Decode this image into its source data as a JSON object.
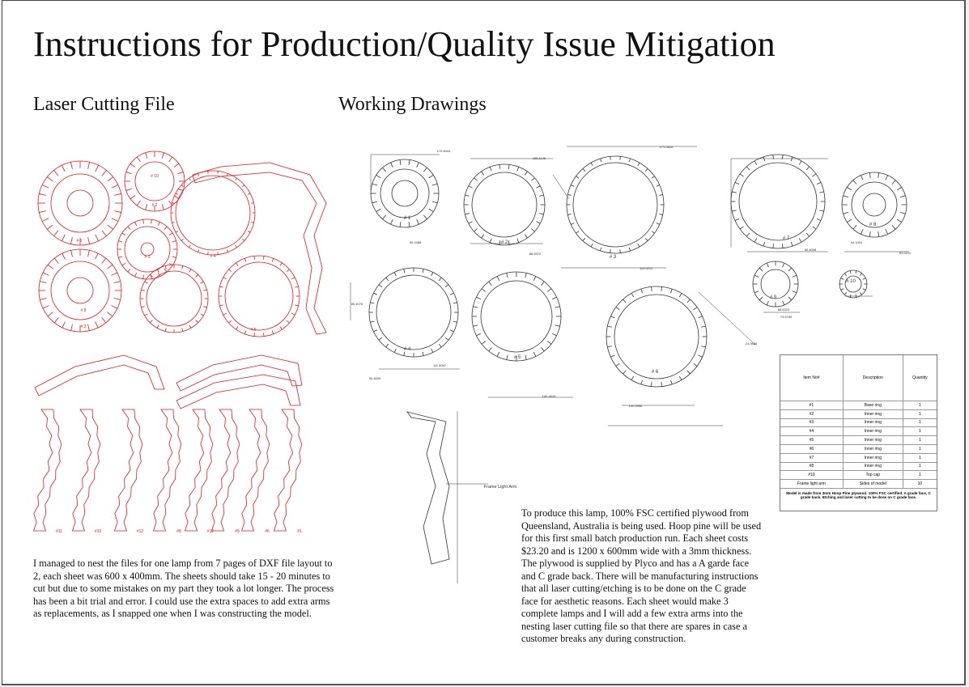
{
  "title": "Instructions for Production/Quality Issue Mitigation",
  "laser_section": {
    "heading": "Laser Cutting File",
    "part_labels": [
      "# 1",
      "# 2",
      "# 3",
      "# 4",
      "# 5",
      "# 6",
      "# 7",
      "# 8",
      "# 9",
      "# 10"
    ],
    "arm_labels": [
      "#11",
      "#10",
      "#12",
      "#8",
      "#12",
      "#9",
      "#6",
      "#1"
    ],
    "description": "I managed to nest the files for one lamp from 7 pages of DXF file layout to 2, each sheet was 600 x 400mm. The sheets should take 15 - 20 minutes to cut but due to some mistakes on my part they took a lot longer. The process has been a bit trial and error. I could use the extra spaces to add extra arms as replacements, as I snapped one when I was constructing the model."
  },
  "drawings_section": {
    "heading": "Working Drawings",
    "part_labels": [
      "# 1",
      "# 2",
      "# 3",
      "# 7",
      "# 8",
      "# 4",
      "# 5",
      "# 6",
      "# 9",
      "# 10"
    ],
    "arm_callout": "Frame Light Arm",
    "dimensions": [
      "170.8444",
      "90.0388",
      "185.1146",
      "88.5372",
      "171.0626",
      "110.0211",
      "60.4008",
      "93.0211",
      "80.4075",
      "111.4067",
      "145.4615",
      "90.4655",
      "120.2996",
      "73.6789",
      "24.0688",
      "44.1004",
      "68.6323"
    ],
    "description": "To produce this lamp, 100% FSC certified plywood from Queensland, Australia is being used. Hoop pine will be used for this first small batch production run. Each sheet costs $23.20 and is 1200 x 600mm wide with a 3mm thickness. The plywood is supplied by Plyco and has a A garde face and C grade back. There will be manufacturing instructions that all laser cutting/etching is to be done on the C grade face for aesthetic reasons. Each sheet would make 3 complete lamps and I will add a few extra arms into the nesting laser cutting file so that there are spares in case a customer breaks any during construction."
  },
  "parts_table": {
    "headers": [
      "Item No#",
      "Description",
      "Quantity"
    ],
    "rows": [
      [
        "#1",
        "Base ring",
        "1"
      ],
      [
        "#2",
        "Inner ring",
        "1"
      ],
      [
        "#3",
        "Inner ring",
        "1"
      ],
      [
        "#4",
        "Inner ring",
        "1"
      ],
      [
        "#5",
        "Inner ring",
        "1"
      ],
      [
        "#6",
        "Inner ring",
        "1"
      ],
      [
        "#7",
        "Inner ring",
        "1"
      ],
      [
        "#8",
        "Inner ring",
        "1"
      ],
      [
        "#10",
        "Top cap",
        "1"
      ],
      [
        "Frame light arm",
        "Sides of model",
        "10"
      ]
    ],
    "note": "Model is made from 3mm Hoop Pine plywood. 100% FSC certified. A grade face, C grade back. Etching and laser cutting to be done on C grade face."
  },
  "colors": {
    "laser": "#e8141e",
    "drawing": "#333333",
    "text": "#111111"
  }
}
